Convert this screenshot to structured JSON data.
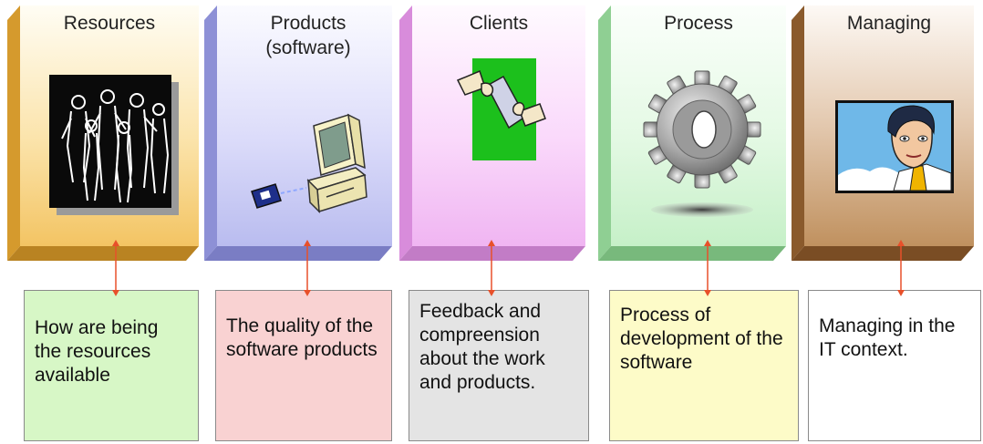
{
  "diagram": {
    "columns": [
      {
        "id": "resources",
        "title": "Resources",
        "description": "How are being the resources available",
        "panel_color": "#f4c96b",
        "box_color": "#d7f7c6",
        "icon": "people-group-icon"
      },
      {
        "id": "products",
        "title": "Products (software)",
        "description": "The quality of the software products",
        "panel_color": "#b9bcef",
        "box_color": "#f9d2d2",
        "icon": "computer-icon"
      },
      {
        "id": "clients",
        "title": "Clients",
        "description": "Feedback and compreension about the work and products.",
        "panel_color": "#f1b8f2",
        "box_color": "#e4e4e4",
        "icon": "handshake-icon"
      },
      {
        "id": "process",
        "title": "Process",
        "description": "Process of development of the software",
        "panel_color": "#c9f2cb",
        "box_color": "#fdfbc8",
        "icon": "gear-icon"
      },
      {
        "id": "managing",
        "title": "Managing",
        "description": "Managing in the IT context.",
        "panel_color": "#c89a6e",
        "box_color": "#ffffff",
        "icon": "manager-face-icon"
      }
    ],
    "arrow_color": "#e8502a"
  }
}
